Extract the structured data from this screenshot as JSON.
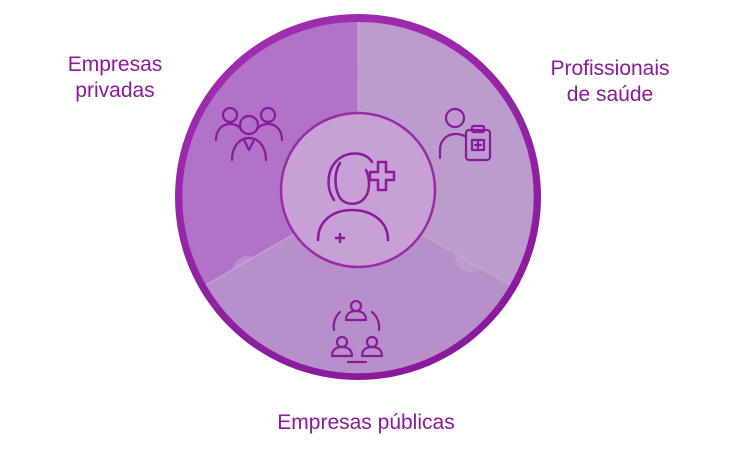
{
  "labels": {
    "top_left": [
      "Empresas",
      "privadas"
    ],
    "top_right": [
      "Profissionais",
      "de saúde"
    ],
    "bottom": "Empresas públicas"
  },
  "icons": {
    "top_left": "group-of-people-icon",
    "top_right": "doctor-with-clipboard-icon",
    "bottom": "connected-people-icon",
    "center": "patient-with-medical-cross-icon"
  },
  "colors": {
    "text": "#8a1a9b",
    "rim": "#9b2aa8",
    "segment_left": "#b073c7",
    "segment_right": "#bb9ccc",
    "segment_bottom": "#b790c9",
    "center_fill": "#c7a0d6",
    "icon_stroke": "#8a1a9b"
  }
}
